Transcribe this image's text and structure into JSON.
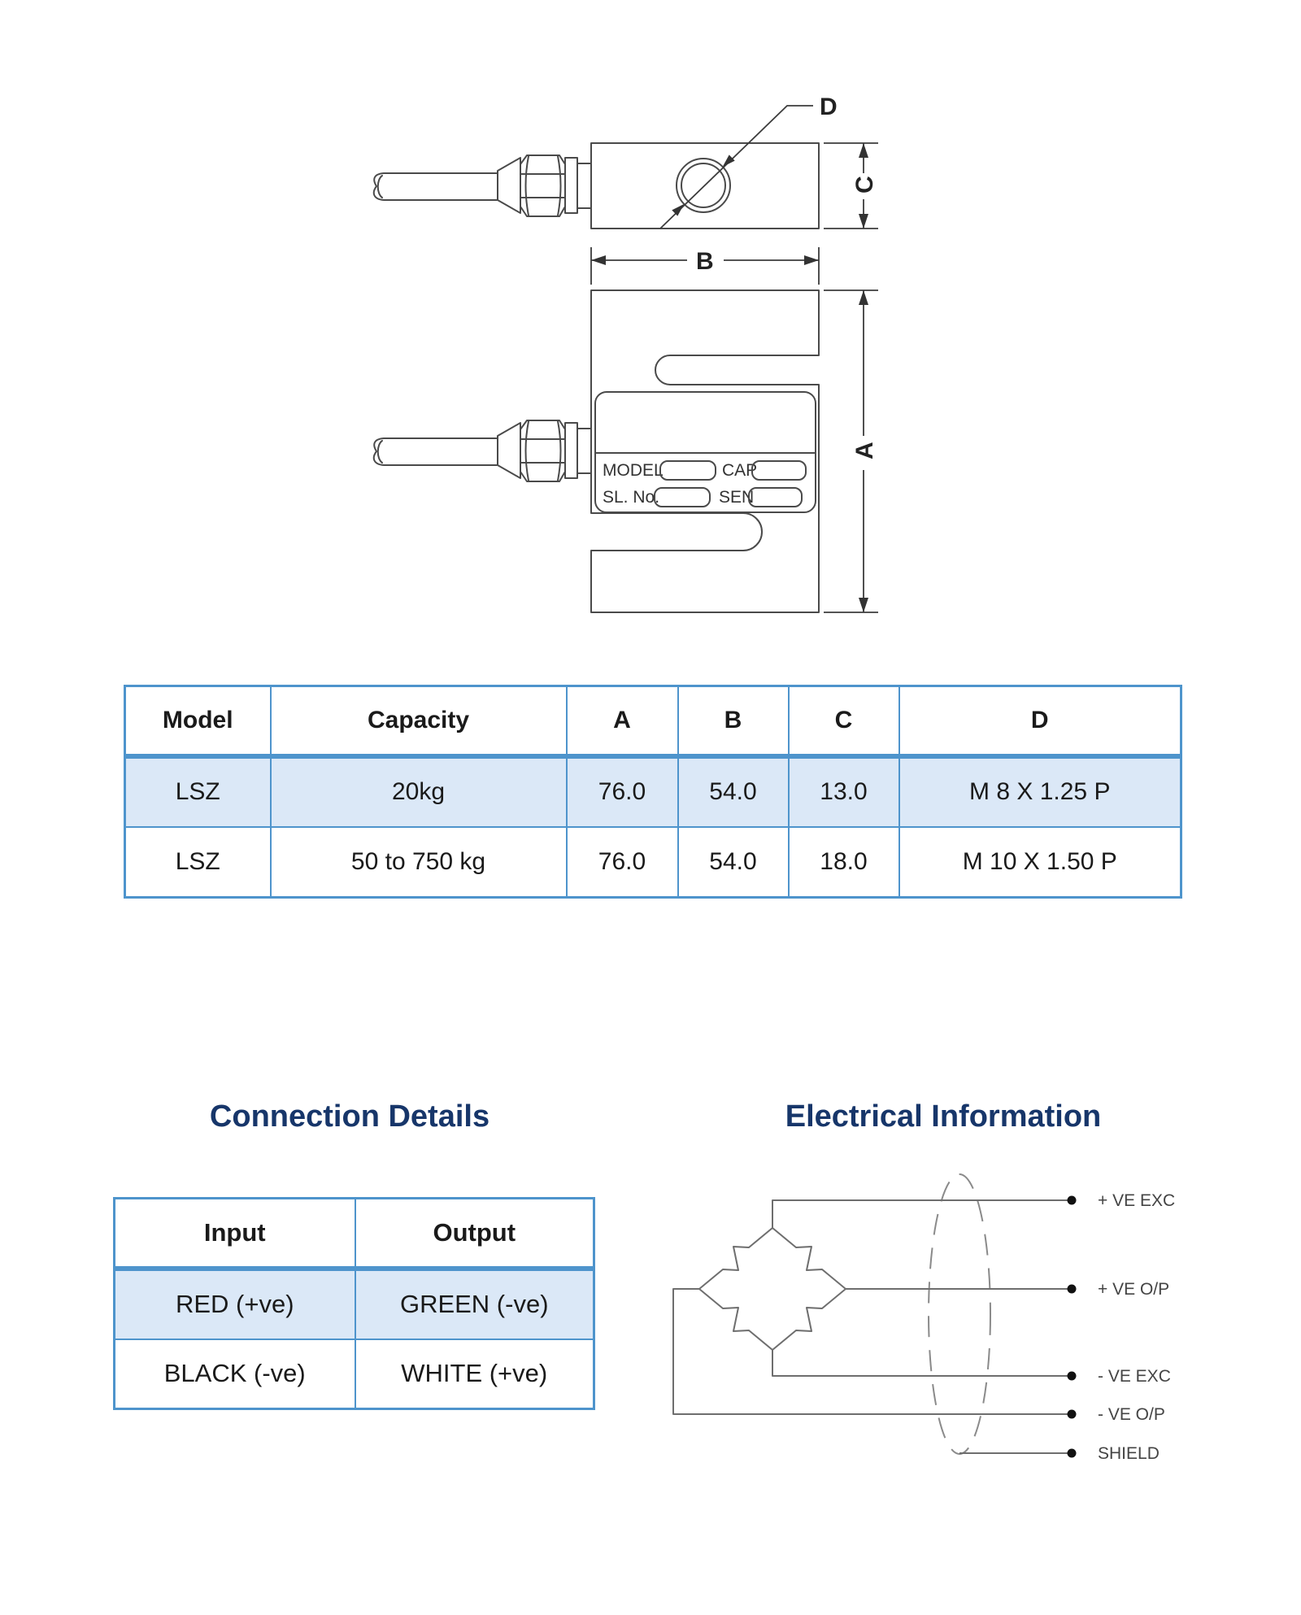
{
  "drawing": {
    "side_view": {
      "hole_label": "D",
      "dim_c_label": "C"
    },
    "front_view": {
      "dim_b_label": "B",
      "dim_a_label": "A",
      "plate": {
        "model_label": "MODEL",
        "cap_label": "CAP",
        "serial_label": "SL. No.",
        "sen_label": "SEN"
      }
    }
  },
  "spec_table": {
    "headers": [
      "Model",
      "Capacity",
      "A",
      "B",
      "C",
      "D"
    ],
    "rows": [
      {
        "cells": [
          "LSZ",
          "20kg",
          "76.0",
          "54.0",
          "13.0",
          "M 8 X 1.25 P"
        ]
      },
      {
        "cells": [
          "LSZ",
          "50 to 750 kg",
          "76.0",
          "54.0",
          "18.0",
          "M 10 X 1.50 P"
        ]
      }
    ]
  },
  "connection": {
    "title": "Connection Details",
    "headers": [
      "Input",
      "Output"
    ],
    "rows": [
      [
        "RED (+ve)",
        "GREEN (-ve)"
      ],
      [
        "BLACK (-ve)",
        "WHITE (+ve)"
      ]
    ]
  },
  "electrical": {
    "title": "Electrical Information",
    "wire_labels": [
      "+ VE EXC",
      "+ VE O/P",
      "- VE EXC",
      "- VE O/P",
      "SHIELD"
    ]
  },
  "colors": {
    "table_border": "#4e94cc",
    "row_highlight": "#dbe8f7",
    "heading_text": "#17366a",
    "drawing_line": "#4a4a4a"
  }
}
